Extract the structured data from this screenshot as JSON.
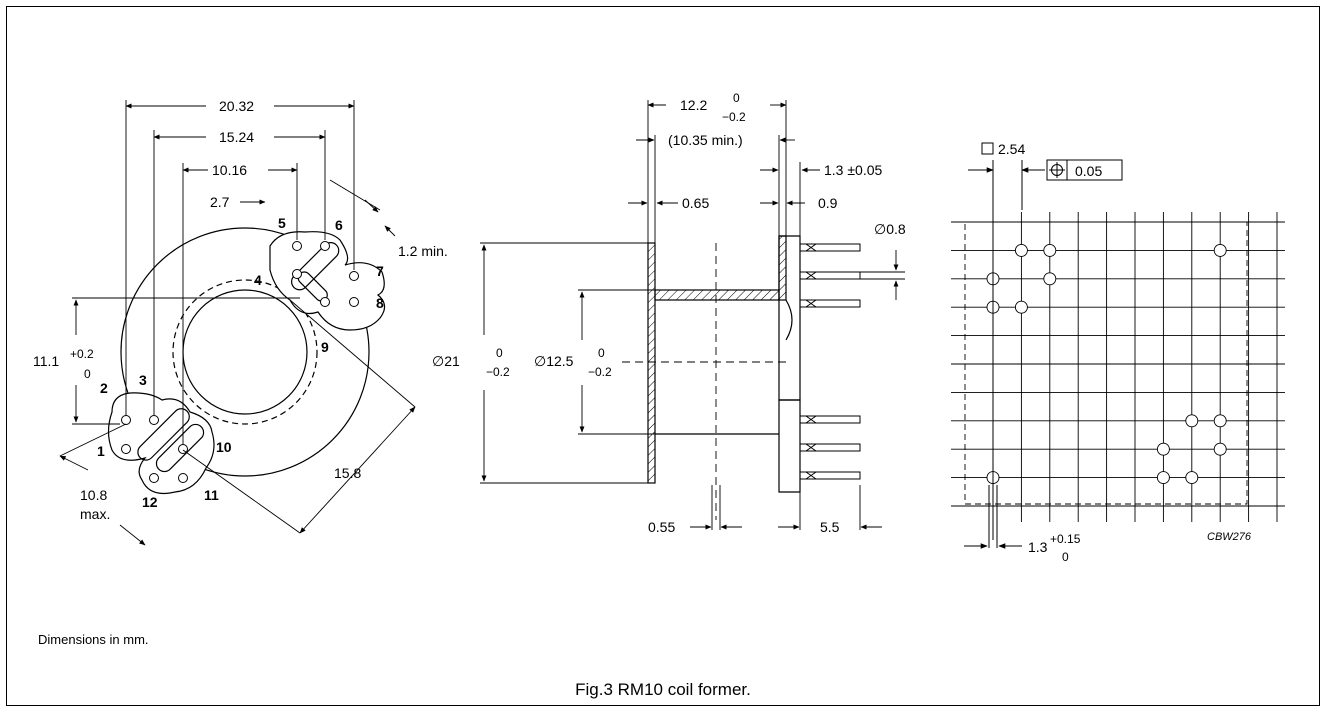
{
  "note": "Dimensions in mm.",
  "caption": "Fig.3  RM10 coil former.",
  "drawing_id": "CBW276",
  "top_view": {
    "pins": [
      "1",
      "2",
      "3",
      "4",
      "5",
      "6",
      "7",
      "8",
      "9",
      "10",
      "11",
      "12"
    ],
    "dims": {
      "d1": "20.32",
      "d2": "15.24",
      "d3": "10.16",
      "d4": "2.7",
      "d5": "1.2 min.",
      "d6_main": "11.1",
      "d6_upper": "+0.2",
      "d6_lower": "0",
      "d7": "15.8",
      "d8_a": "10.8",
      "d8_b": "max."
    }
  },
  "side_view": {
    "dims": {
      "w_main": "12.2",
      "w_upper": "0",
      "w_lower": "−0.2",
      "w_min": "(10.35 min.)",
      "t_main": "1.3 ±0.05",
      "f1": "0.65",
      "f2": "0.9",
      "pin_d": "∅0.8",
      "od_main": "∅21",
      "od_upper": "0",
      "od_lower": "−0.2",
      "id_main": "∅12.5",
      "id_upper": "0",
      "id_lower": "−0.2",
      "b1": "0.55",
      "b2": "5.5"
    }
  },
  "grid_view": {
    "pitch": "2.54",
    "tol": "0.05",
    "hole_main": "1.3",
    "hole_upper": "+0.15",
    "hole_lower": "0"
  }
}
